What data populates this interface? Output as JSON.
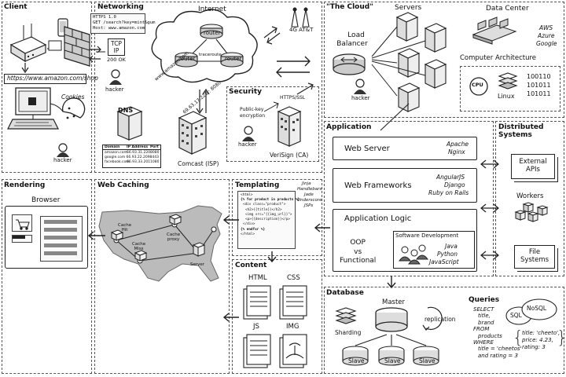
{
  "panels": {
    "client": "Client",
    "networking": "Networking",
    "cloud": "\"The Cloud\"",
    "rendering": "Rendering",
    "web_caching": "Web Caching",
    "templating": "Templating",
    "application": "Application",
    "distributed": "Distributed Systems",
    "content": "Content",
    "database": "Database"
  },
  "client": {
    "url": "https://www.amazon.com/shop",
    "cookies": "Cookies",
    "hacker": "hacker"
  },
  "networking": {
    "http_lines": [
      "HTTPS 1.0",
      "GET /search?key=mint&gum",
      "Host: www.amazon.com"
    ],
    "tcp": "TCP",
    "ip": "IP",
    "ok": "200 OK",
    "internet": "Internet",
    "router": "router",
    "traceroute": "traceroute",
    "amazon_url": "www.amazon.com",
    "ip_addr": "69.63.17.226 : 8080",
    "cell": "4G AT&T",
    "hacker": "hacker",
    "dns": "DNS",
    "dns_head": [
      "Domain",
      "IP Address",
      "Port"
    ],
    "dns_rows": [
      [
        "amazon.com",
        "66.93.31.220",
        "8080"
      ],
      [
        "google.com",
        "66.93.22.209",
        "8443"
      ],
      [
        "facebook.com",
        "66.93.33.201",
        "1080"
      ]
    ],
    "isp": "Comcast (ISP)",
    "security": "Security",
    "https": "HTTPS/SSL",
    "public_key": "Public-key",
    "encryption": "encryption",
    "sec_hacker": "hacker",
    "verisign": "VeriSign (CA)"
  },
  "cloud": {
    "servers": "Servers",
    "load": "Load",
    "balancer": "Balancer",
    "hacker": "hacker",
    "datacenter": "Data Center",
    "providers": [
      "AWS",
      "Azure",
      "Google"
    ],
    "arch": "Computer Architecture",
    "cpu": "CPU",
    "linux": "Linux",
    "bits": [
      "100110",
      "101011",
      "101011"
    ]
  },
  "rendering": {
    "browser": "Browser"
  },
  "caching": {
    "cache_hit": [
      "Cache",
      "Hit"
    ],
    "cache_proxy": [
      "Cache",
      "proxy"
    ],
    "cache_miss": [
      "Cache",
      "Miss"
    ],
    "server": "Server"
  },
  "templating": {
    "engines": [
      "Jinja",
      "Handlebars",
      "Jade",
      "Underscore",
      "JSPs"
    ],
    "code": [
      "<html>",
      "{% for product in products %}",
      "<div class=\"product\">",
      "<h2>{{title}}</h2>",
      "<img src=\"{{img_url}}\">",
      "<p>{{description}}</p>",
      "</div>",
      "{% endfor %}",
      "</html>"
    ]
  },
  "content": {
    "html": "HTML",
    "css": "CSS",
    "js": "JS",
    "img": "IMG"
  },
  "application": {
    "web_server": "Web Server",
    "ws_tech": [
      "Apache",
      "Nginx"
    ],
    "frameworks": "Web Frameworks",
    "fw_tech": [
      "AngularJS",
      "Django",
      "Ruby on Rails"
    ],
    "logic": "Application Logic",
    "oop": [
      "OOP",
      "vs",
      "Functional"
    ],
    "swdev": "Software Development",
    "langs": [
      "Java",
      "Python",
      "JavaScript"
    ]
  },
  "distributed": {
    "external": [
      "External",
      "APIs"
    ],
    "workers": "Workers",
    "file": [
      "File",
      "Systems"
    ]
  },
  "database": {
    "master": "Master",
    "sharding": "Sharding",
    "replication": "replication",
    "slave": "Slave",
    "queries": "Queries",
    "sql_lines": [
      "SELECT",
      "title,",
      "brand",
      "FROM",
      "products",
      "WHERE",
      "title = 'cheetos'",
      "and rating = 3"
    ],
    "sql": "SQL",
    "nosql": "NoSQL",
    "json_lines": [
      "title: 'cheeto',",
      "price: 4.23,",
      "rating: 3"
    ],
    "brace_open": "{",
    "brace_close": "}"
  }
}
